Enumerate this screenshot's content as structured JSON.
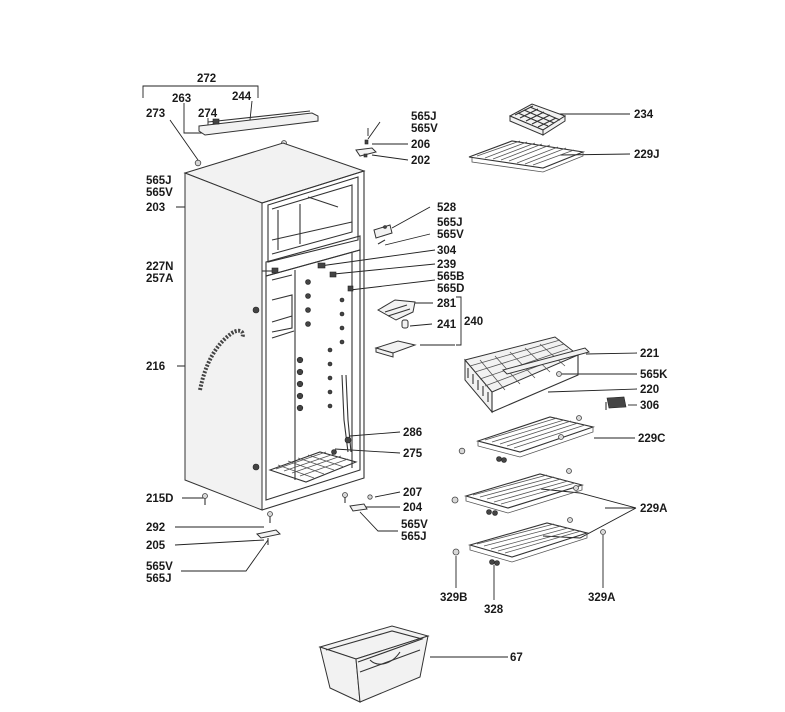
{
  "colors": {
    "ink": "#222222",
    "background": "#ffffff",
    "shade": "#d8d8d8"
  },
  "labels": {
    "p272": "272",
    "p263": "263",
    "p244": "244",
    "p273": "273",
    "p274": "274",
    "p565j_top": "565J",
    "p565v_top": "565V",
    "p206": "206",
    "p202": "202",
    "p234": "234",
    "p229j": "229J",
    "p565j_a": "565J",
    "p565v_a": "565V",
    "p203": "203",
    "p528": "528",
    "p565j_b": "565J",
    "p565v_b": "565V",
    "p304": "304",
    "p227n": "227N",
    "p257a": "257A",
    "p239": "239",
    "p565b": "565B",
    "p565d": "565D",
    "p281": "281",
    "p241": "241",
    "p240": "240",
    "p216": "216",
    "p221": "221",
    "p565k": "565K",
    "p220": "220",
    "p306": "306",
    "p286": "286",
    "p229c": "229C",
    "p275": "275",
    "p215d": "215D",
    "p207": "207",
    "p204": "204",
    "p565v_c": "565V",
    "p565j_c": "565J",
    "p229a": "229A",
    "p292": "292",
    "p205": "205",
    "p565v_d": "565V",
    "p565j_d": "565J",
    "p329b": "329B",
    "p328": "328",
    "p329a": "329A",
    "p67": "67"
  }
}
